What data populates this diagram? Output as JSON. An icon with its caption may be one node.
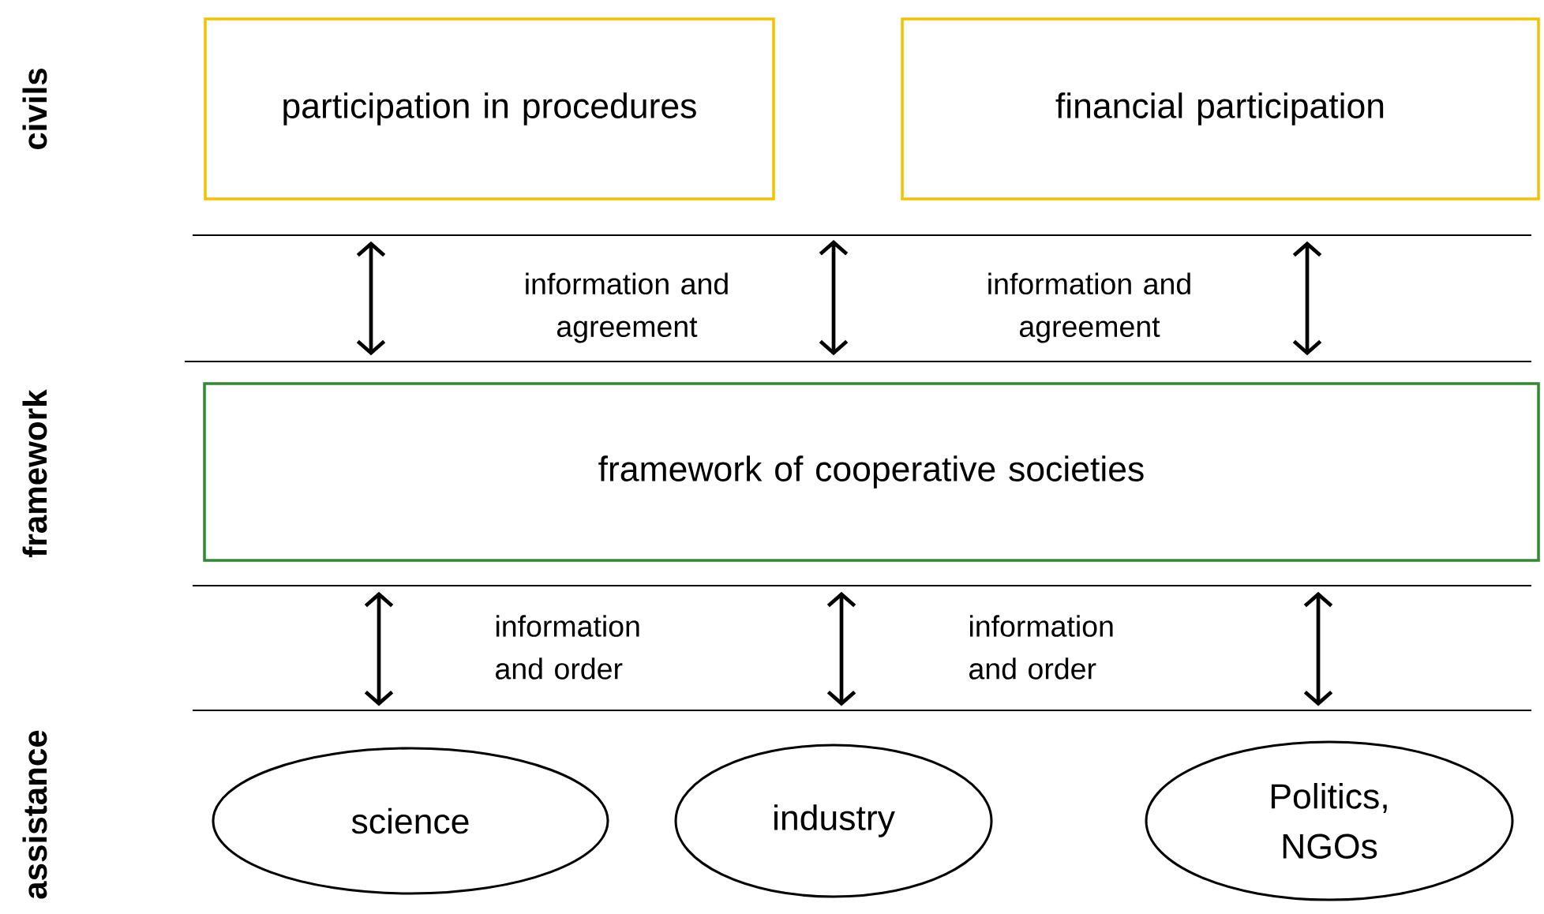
{
  "diagram": {
    "nodes": [
      {
        "text": [
          "participation in procedures"
        ]
      },
      {
        "text": [
          "financial participation"
        ]
      },
      {
        "text": [
          "framework of cooperative societies"
        ]
      },
      {
        "text": [
          "science"
        ]
      },
      {
        "text": [
          "industry"
        ]
      },
      {
        "text": [
          "Politics, NGOs"
        ]
      }
    ],
    "edges": [
      {
        "from": 0,
        "to": 2,
        "arrow": "both"
      },
      {
        "from": null,
        "to": 2,
        "arrow": "both"
      },
      {
        "from": 1,
        "to": 2,
        "arrow": "both"
      },
      {
        "from": 2,
        "to": 3,
        "arrow": "both"
      },
      {
        "from": 2,
        "to": 4,
        "arrow": "both"
      },
      {
        "from": 2,
        "to": 5,
        "arrow": "both"
      }
    ],
    "labels": [
      "civils",
      "information and agreement",
      "information and agreement",
      "framework",
      "information and order",
      "information and order",
      "assistance"
    ]
  }
}
